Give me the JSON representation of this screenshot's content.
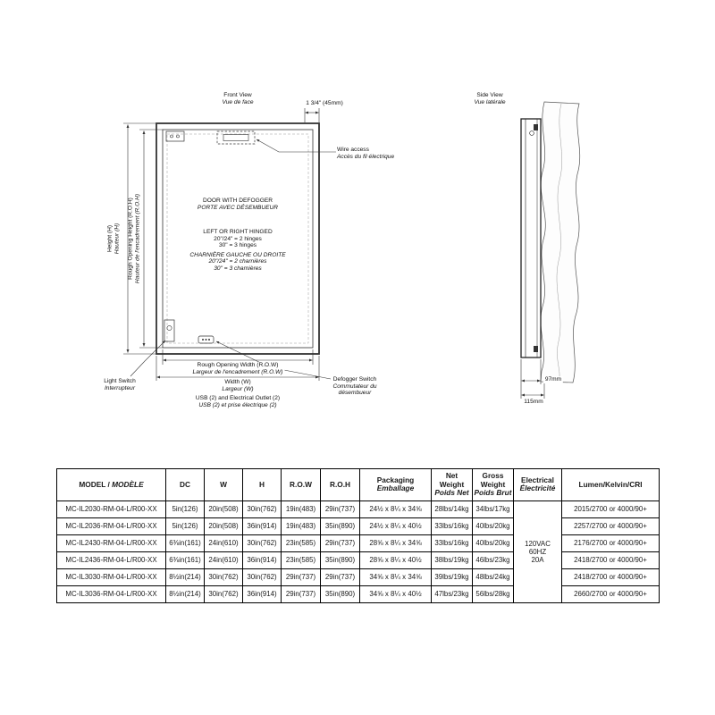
{
  "front_view": {
    "title": "Front View",
    "title_fr": "Vue de face",
    "depth_dim": "1 3/4\" (45mm)",
    "wire_access": "Wire access",
    "wire_access_fr": "Accès du fil électrique",
    "door_line1": "DOOR WITH DEFOGGER",
    "door_line2": "PORTE AVEC DÉSEMBUEUR",
    "hinge_line1": "LEFT OR RIGHT HINGED",
    "hinge_line2": "20\"/24\" = 2 hinges",
    "hinge_line3": "30\" = 3 hinges",
    "hinge_line4": "CHARNIÈRE GAUCHE OU DROITE",
    "hinge_line5": "20\"/24\" = 2 charnières",
    "hinge_line6": "30\" = 3 charnières",
    "height_label": "Height (H)",
    "height_label_fr": "Hauteur (H)",
    "roh_label": "Rough Opening Height (R.O.H)",
    "roh_label_fr": "Hauteur de l'encadrement (R.O.H)",
    "row_label": "Rough Opening Width (R.O.W)",
    "row_label_fr": "Largeur de l'encadrement (R.O.W)",
    "width_label": "Width (W)",
    "width_label_fr": "Largeur (W)",
    "usb_label": "USB (2) and Electrical Outlet (2)",
    "usb_label_fr": "USB (2) et prise électrique (2)",
    "light_switch": "Light Switch",
    "light_switch_fr": "Interrupteur",
    "defogger_switch": "Defogger Switch",
    "defogger_switch_fr": "Commutateur du désembueur"
  },
  "side_view": {
    "title": "Side View",
    "title_fr": "Vue latérale",
    "dim_depth": "97mm",
    "dim_total": "115mm"
  },
  "table": {
    "headers": {
      "model_en": "MODEL / ",
      "model_fr": "MODÈLE",
      "dc": "DC",
      "w": "W",
      "h": "H",
      "row": "R.O.W",
      "roh": "R.O.H",
      "packaging_en": "Packaging",
      "packaging_fr": "Emballage",
      "net_en": "Net Weight",
      "net_fr": "Poids Net",
      "gross_en": "Gross Weight",
      "gross_fr": "Poids Brut",
      "electrical_en": "Electrical",
      "electrical_fr": "Électricité",
      "lumen": "Lumen/Kelvin/CRI"
    },
    "electrical": [
      "120VAC",
      "60HZ",
      "20A"
    ],
    "rows": [
      {
        "model": "MC-IL2030-RM-04-L/R00-XX",
        "dc": "5in(126)",
        "w": "20in(508)",
        "h": "30in(762)",
        "row": "19in(483)",
        "roh": "29in(737)",
        "packaging": "24½ x 8¼ x 34⅝",
        "net": "28lbs/14kg",
        "gross": "34lbs/17kg",
        "lumen": "2015/2700 or 4000/90+"
      },
      {
        "model": "MC-IL2036-RM-04-L/R00-XX",
        "dc": "5in(126)",
        "w": "20in(508)",
        "h": "36in(914)",
        "row": "19in(483)",
        "roh": "35in(890)",
        "packaging": "24½ x 8¼ x 40½",
        "net": "33lbs/16kg",
        "gross": "40lbs/20kg",
        "lumen": "2257/2700 or 4000/90+"
      },
      {
        "model": "MC-IL2430-RM-04-L/R00-XX",
        "dc": "6⅜in(161)",
        "w": "24in(610)",
        "h": "30in(762)",
        "row": "23in(585)",
        "roh": "29in(737)",
        "packaging": "28⅝ x 8¼ x 34⅝",
        "net": "33lbs/16kg",
        "gross": "40lbs/20kg",
        "lumen": "2176/2700 or 4000/90+"
      },
      {
        "model": "MC-IL2436-RM-04-L/R00-XX",
        "dc": "6⅜in(161)",
        "w": "24in(610)",
        "h": "36in(914)",
        "row": "23in(585)",
        "roh": "35in(890)",
        "packaging": "28⅝ x 8¼ x 40½",
        "net": "38lbs/19kg",
        "gross": "46lbs/23kg",
        "lumen": "2418/2700 or 4000/90+"
      },
      {
        "model": "MC-IL3030-RM-04-L/R00-XX",
        "dc": "8½in(214)",
        "w": "30in(762)",
        "h": "30in(762)",
        "row": "29in(737)",
        "roh": "29in(737)",
        "packaging": "34⅝ x 8¼ x 34⅝",
        "net": "39lbs/19kg",
        "gross": "48lbs/24kg",
        "lumen": "2418/2700 or 4000/90+"
      },
      {
        "model": "MC-IL3036-RM-04-L/R00-XX",
        "dc": "8½in(214)",
        "w": "30in(762)",
        "h": "36in(914)",
        "row": "29in(737)",
        "roh": "35in(890)",
        "packaging": "34⅝ x 8¼ x 40½",
        "net": "47lbs/23kg",
        "gross": "56lbs/28kg",
        "lumen": "2660/2700 or 4000/90+"
      }
    ]
  }
}
